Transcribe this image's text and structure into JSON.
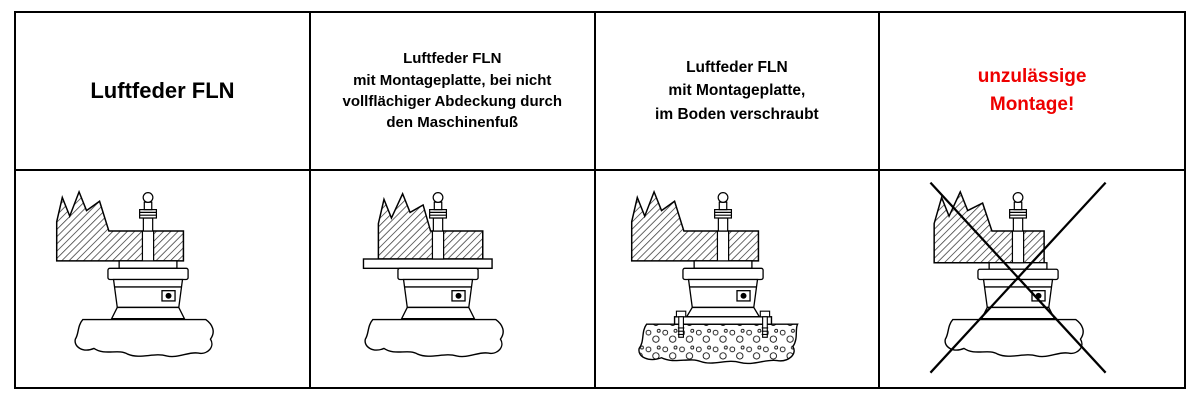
{
  "table": {
    "columns": [
      {
        "id": "luftfeder-fln",
        "header": "Luftfeder FLN"
      },
      {
        "id": "fln-montageplatte-teilabdeckung",
        "header": "Luftfeder FLN\nmit Montageplatte, bei nicht\nvollflächiger Abdeckung durch\nden Maschinenfuß"
      },
      {
        "id": "fln-montageplatte-boden",
        "header": "Luftfeder FLN\nmit Montageplatte,\nim Boden verschraubt"
      },
      {
        "id": "unzulaessige-montage",
        "header": "unzulässige\nMontage!"
      }
    ],
    "figures": [
      {
        "name": "air-spring-with-machine-foot-drawing"
      },
      {
        "name": "air-spring-with-mounting-plate-drawing"
      },
      {
        "name": "air-spring-plate-screwed-to-floor-drawing"
      },
      {
        "name": "air-spring-invalid-mounting-crossed-out-drawing"
      }
    ]
  },
  "colors": {
    "warning_text": "#ee0000",
    "line": "#000000"
  }
}
